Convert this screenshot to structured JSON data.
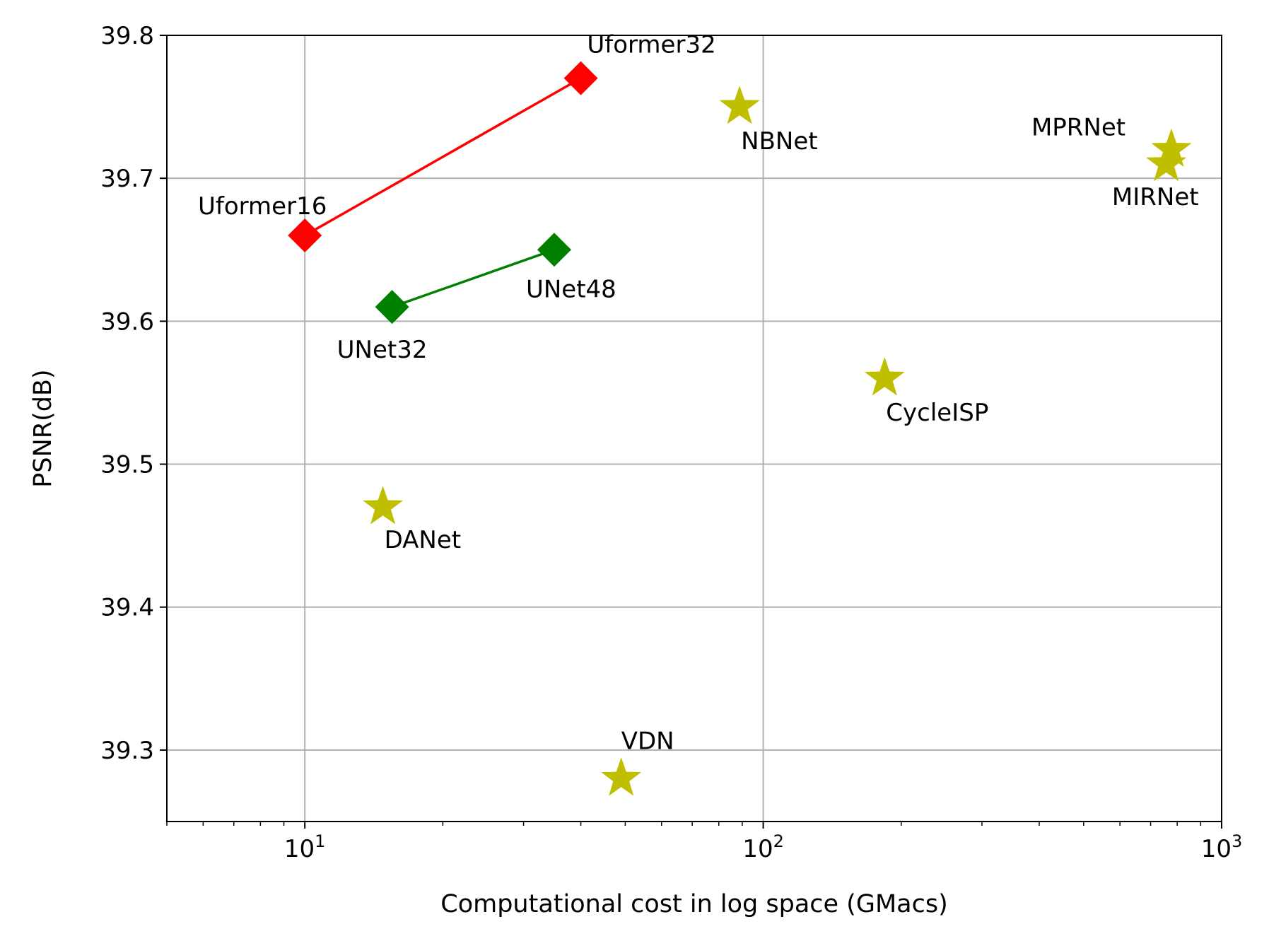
{
  "chart_data": {
    "type": "scatter",
    "xlabel": "Computational cost in log space (GMacs)",
    "ylabel": "PSNR(dB)",
    "x_scale": "log",
    "xlim": [
      5,
      1000
    ],
    "ylim": [
      39.25,
      39.8
    ],
    "grid": true,
    "x_ticks": [
      {
        "value": 10,
        "base": "10",
        "exp": "1"
      },
      {
        "value": 100,
        "base": "10",
        "exp": "2"
      },
      {
        "value": 1000,
        "base": "10",
        "exp": "3"
      }
    ],
    "y_ticks": [
      {
        "value": 39.3,
        "label": "39.3"
      },
      {
        "value": 39.4,
        "label": "39.4"
      },
      {
        "value": 39.5,
        "label": "39.5"
      },
      {
        "value": 39.6,
        "label": "39.6"
      },
      {
        "value": 39.7,
        "label": "39.7"
      },
      {
        "value": 39.8,
        "label": "39.8"
      }
    ],
    "lines": [
      {
        "id": "uformer-line",
        "color": "#ff0000",
        "points": [
          [
            10,
            39.66
          ],
          [
            40,
            39.77
          ]
        ]
      },
      {
        "id": "unet-line",
        "color": "#008000",
        "points": [
          [
            15.5,
            39.61
          ],
          [
            35,
            39.65
          ]
        ]
      }
    ],
    "points": [
      {
        "id": "uformer16",
        "label": "Uformer16",
        "x": 10,
        "y": 39.66,
        "marker": "diamond",
        "color": "#ff0000",
        "label_pos": "above-left"
      },
      {
        "id": "uformer32",
        "label": "Uformer32",
        "x": 40,
        "y": 39.77,
        "marker": "diamond",
        "color": "#ff0000",
        "label_pos": "above"
      },
      {
        "id": "unet32",
        "label": "UNet32",
        "x": 15.5,
        "y": 39.61,
        "marker": "diamond",
        "color": "#008000",
        "label_pos": "below"
      },
      {
        "id": "unet48",
        "label": "UNet48",
        "x": 35,
        "y": 39.65,
        "marker": "diamond",
        "color": "#008000",
        "label_pos": "below-right"
      },
      {
        "id": "nbnet",
        "label": "NBNet",
        "x": 88.8,
        "y": 39.75,
        "marker": "star",
        "color": "#bfbf00",
        "label_pos": "below-right"
      },
      {
        "id": "mprnet",
        "label": "MPRNet",
        "x": 777,
        "y": 39.72,
        "marker": "star",
        "color": "#bfbf00",
        "label_pos": "above-left"
      },
      {
        "id": "mirnet",
        "label": "MIRNet",
        "x": 757,
        "y": 39.71,
        "marker": "star",
        "color": "#bfbf00",
        "label_pos": "below-left"
      },
      {
        "id": "cycleisp",
        "label": "CycleISP",
        "x": 184,
        "y": 39.56,
        "marker": "star",
        "color": "#bfbf00",
        "label_pos": "below-right"
      },
      {
        "id": "danet",
        "label": "DANet",
        "x": 14.8,
        "y": 39.47,
        "marker": "star",
        "color": "#bfbf00",
        "label_pos": "below-right"
      },
      {
        "id": "vdn",
        "label": "VDN",
        "x": 49,
        "y": 39.28,
        "marker": "star",
        "color": "#bfbf00",
        "label_pos": "above-right"
      }
    ]
  }
}
